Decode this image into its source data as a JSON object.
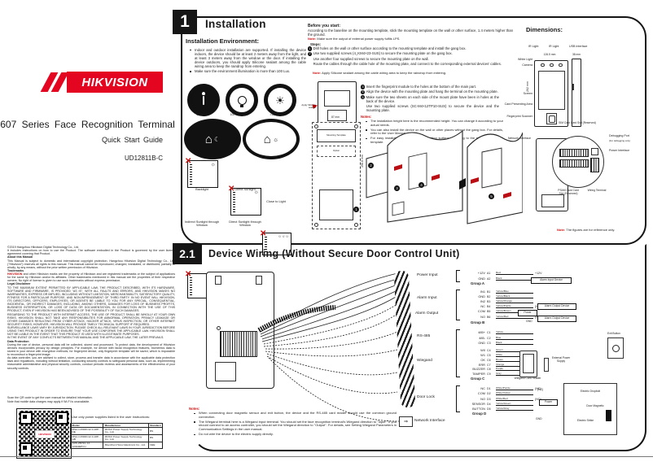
{
  "cover": {
    "brand": "HIKVISION",
    "product_title": "607 Series Face Recognition Terminal",
    "subtitle": "Quick Start Guide",
    "doc_code": "UD12811B-C"
  },
  "legal": {
    "copyright": "©2019 Hangzhou Hikvision Digital Technology Co., Ltd.",
    "intro": "It includes instructions on how to use the Product. The software embodied in the Product is governed by the user license agreement covering that Product.",
    "about_heading": "About this Manual",
    "about": "This Manual is subject to domestic and international copyright protection. Hangzhou Hikvision Digital Technology Co., Ltd. (\"Hikvision\") reserves all rights to this manual. This manual cannot be reproduced, changed, translated, or distributed, partially or wholly, by any means, without the prior written permission of Hikvision.",
    "trademarks_heading": "Trademarks",
    "trademarks_brand": "HIKVISION",
    "trademarks": " and other Hikvision marks are the property of Hikvision and are registered trademarks or the subject of applications for the same by Hikvision and/or its affiliates. Other trademarks mentioned in this manual are the properties of their respective owners. No right of license is given to use such trademarks without express permission.",
    "disclaimer_heading": "Legal Disclaimer",
    "disclaimer1": "TO THE MAXIMUM EXTENT PERMITTED BY APPLICABLE LAW, THE PRODUCT DESCRIBED, WITH ITS HARDWARE, SOFTWARE AND FIRMWARE, IS PROVIDED \"AS IS\", WITH ALL FAULTS AND ERRORS, AND HIKVISION MAKES NO WARRANTIES, EXPRESS OR IMPLIED, INCLUDING WITHOUT LIMITATION, MERCHANTABILITY, SATISFACTORY QUALITY, FITNESS FOR A PARTICULAR PURPOSE, AND NON-INFRINGEMENT OF THIRD PARTY. IN NO EVENT WILL HIKVISION, ITS DIRECTORS, OFFICERS, EMPLOYEES, OR AGENTS BE LIABLE TO YOU FOR ANY SPECIAL, CONSEQUENTIAL, INCIDENTAL, OR INDIRECT DAMAGES, INCLUDING, AMONG OTHERS, DAMAGES FOR LOSS OF BUSINESS PROFITS, BUSINESS INTERRUPTION, OR LOSS OF DATA OR DOCUMENTATION, IN CONNECTION WITH THE USE OF THIS PRODUCT, EVEN IF HIKVISION HAS BEEN ADVISED OF THE POSSIBILITY OF SUCH DAMAGES.",
    "disclaimer2": "REGARDING TO THE PRODUCT WITH INTERNET ACCESS, THE USE OF PRODUCT SHALL BE WHOLLY AT YOUR OWN RISKS. HIKVISION SHALL NOT TAKE ANY RESPONSIBILITES FOR ABNORMAL OPERATION, PRIVACY LEAKAGE OR OTHER DAMAGES RESULTING FROM CYBER ATTACK, HACKER ATTACK, VIRUS INSPECTION, OR OTHER INTERNET SECURITY RISKS; HOWEVER, HIKVISION WILL PROVIDE TIMELY TECHNICAL SUPPORT IF REQUIRED.",
    "disclaimer3": "SURVEILLANCE LAWS VARY BY JURISDICTION. PLEASE CHECK ALL RELEVANT LAWS IN YOUR JURISDICTION BEFORE USING THIS PRODUCT IN ORDER TO ENSURE THAT YOUR USE CONFORMS THE APPLICABLE LAW. HIKVISION SHALL NOT BE LIABLE IN THE EVENT THAT THIS PRODUCT IS USED WITH ILLEGITIMATE PURPOSES.",
    "disclaimer4": "IN THE EVENT OF ANY CONFLICTS BETWEEN THIS MANUAL AND THE APPLICABLE LAW, THE LATER PREVAILS.",
    "data_heading": "Data Protection",
    "data1": "During the use of device, personal data will be collected, stored and processed. To protect data, the development of Hikvision devices incorporates privacy by design principles. For example, for device with facial recognition features, biometrics data is stored in your device with encryption methods; for fingerprint device, only fingerprint template will be saved, which is impossible to reconstruct a fingerprint image.",
    "data2": "As data controller, you are advised to collect, store, process and transfer data in accordance with the applicable data protection laws and regulations, including without limitation, conducting security controls to safeguard personal data, such as, implementing reasonable administrative and physical security controls, conduct periodic reviews and assessments of the effectiveness of your security controls.",
    "qr_note1": "Scan the QR code to get the user manual for detailed information.",
    "qr_note2": "Note that mobile data charges may apply if Wi-Fi is unavailable."
  },
  "qr": {
    "chip": "HIKVISION"
  },
  "power_table": {
    "intro": "Use only power supplies listed in the user instructions:",
    "headers": [
      "Model",
      "Manufacturer",
      "Standard"
    ],
    "rows": [
      [
        "MSA-C1500IC12.0-18P-DE",
        "MOSO Power Supply Technology Co., Ltd.",
        "BS"
      ],
      [
        "MSA-C1500IC12.0-18P-GB",
        "MOSO Power Supply Technology Co., Ltd.",
        "BS"
      ],
      [
        "ADS-26FSG-12 12024EPCU",
        "Shenzhen Honor Electronic Co., Ltd.",
        "CEE"
      ]
    ]
  },
  "s1": {
    "num": "1",
    "title": "Installation",
    "env_heading": "Installation Environment:",
    "env_bullets": [
      "Indoor and outdoor installation are supported. If installing the device indoors, the device should be at least 2 meters away from the light, and at least 3 meters away from the window or the door. If installing the device outdoors, you should apply Silicone sealant among the cable wiring area to keep the raindrop from entering.",
      "Make sure the environment illumination is more than 100 Lux."
    ],
    "lux": [
      {
        "icon": "candle",
        "label": "0Lux"
      },
      {
        "icon": "bulb",
        "label": "100~890Lux"
      },
      {
        "icon": "sun",
        "label": ">1200Lux"
      }
    ],
    "avoid": [
      "Backlight",
      "Direct Sunlight",
      "Close to Light",
      "Indirect Sunlight through Window",
      "Direct Sunlight through Window"
    ],
    "before_heading": "Before you start:",
    "before_text": "According to the baseline on the mounting template, stick the mounting template on the wall or other surface, 1.4 meters higher than the ground.",
    "note_label": "Note:",
    "before_note": "Make sure the output of external power supply fulfils LPS.",
    "steps_heading": "Steps:",
    "steps_a": [
      {
        "n": "1",
        "text": "Drill holes on the wall or other surface according to the mounting template and install the gang box."
      },
      {
        "n": "2",
        "text": "Use two supplied screws (4_KM4×23-SUS) to secure the mounting plate on the gang box."
      },
      {
        "n": "",
        "text": "Use another four supplied screws to secure the mounting plate on the wall."
      },
      {
        "n": "",
        "text": "Route the cables through the cable hole of the mounting plate, and connect to the corresponding external devices' cables."
      }
    ],
    "silicone_note": "Apply Silicone sealant among the cable wiring area to keep the raindrop from entering.",
    "steps_b": [
      {
        "n": "3",
        "text": "Insert the fingerprint module to the holes at the bottom of the main part."
      },
      {
        "n": "4",
        "text": "Align the device with the mounting plate and hang the terminal on the mounting plate."
      },
      {
        "n": "5",
        "text": "Make sure the two sheets on each side of the mount plate have been in holes at the back of the device."
      },
      {
        "n": "",
        "text": "Use two supplied screws (SC-M4×12TP10-SUS) to secure the device and the mounting plate."
      }
    ],
    "notes_heading": "Notes:",
    "notes": [
      "The installation height here is the recommended height. You can change it according to your actual needs.",
      "You can also install the device on the wall or other places without the gang box. For details, refer to the User Manual.",
      "For easy installation, drill holes on mounting surface according to the supplied mounting template."
    ],
    "silicone_label": "Apply Silicone sealant",
    "template": {
      "width": "87 mm",
      "height": "196.8 mm",
      "label": "Mounting Template",
      "option": "Option"
    },
    "markers": [
      "1",
      "2",
      "3",
      "4",
      "5"
    ],
    "dim": {
      "title": "Dimensions:",
      "front_width": "126.5 mm",
      "side_depth": "38 mm",
      "front_height": "202 mm",
      "ir1": "IR Light",
      "ir2": "IR Light",
      "usb": "USB Interface",
      "white_light": "White Light",
      "camera": "Camera",
      "screen": "Screen",
      "card": "Card Presenting Area",
      "fp": "Fingerprint Scanner",
      "net": "Network Interface",
      "sim": "SIM Card Card Slot (Reserved)",
      "debug": "Debugging Port",
      "debug_sub": "(For debugging only)",
      "power": "Power Interface",
      "psam": "PSAM Card Card Slot (Reserved)",
      "wiring": "Wiring Terminal",
      "note_label": "Note:",
      "note": "The figures are for reference only."
    }
  },
  "s2": {
    "num": "2.1",
    "title": "Device Wiring (Without Secure Door Control Unit)",
    "io": [
      "Power Input",
      "Alarm Input",
      "Alarm Output",
      "RS-485",
      "Wiegand",
      "Door Lock"
    ],
    "group_labels": [
      "Group A",
      "Group B",
      "Group C",
      "Group D"
    ],
    "cluster_a": [
      {
        "t": "+12V",
        "pin": "A1",
        "color": "Red",
        "extra": "+12V"
      },
      {
        "t": "GND",
        "pin": "A2",
        "color": "Black",
        "extra": "GND"
      }
    ],
    "cluster_b": [
      {
        "t": "IN1",
        "pin": "B1",
        "color": "Yellow/Blue"
      },
      {
        "t": "GND",
        "pin": "B2",
        "color": "Yellow/Black"
      },
      {
        "t": "IN2",
        "pin": "B3",
        "color": "Yellow/Orange"
      },
      {
        "t": "NC",
        "pin": "B4",
        "color": "Yellow/Purple",
        "extra": "(NC)"
      },
      {
        "t": "COM",
        "pin": "B5",
        "color": "Yellow/Brown"
      },
      {
        "t": "NO",
        "pin": "B6",
        "color": "Yellow/Red",
        "extra": "(NO)"
      }
    ],
    "cluster_c1": [
      {
        "t": "485+",
        "pin": "C1",
        "color": "Yellow"
      },
      {
        "t": "485-",
        "pin": "C2",
        "color": "Blue"
      },
      {
        "t": "GND",
        "pin": "C3",
        "color": "Black"
      }
    ],
    "cluster_c2": [
      {
        "t": "W0",
        "pin": "C4",
        "color": "Green"
      },
      {
        "t": "W1",
        "pin": "C5",
        "color": "White"
      },
      {
        "t": "OK",
        "pin": "C6",
        "color": "Brown"
      },
      {
        "t": "ERR",
        "pin": "C7",
        "color": "Orange"
      },
      {
        "t": "BUZZER",
        "pin": "C8",
        "color": "Purple"
      },
      {
        "t": "TAMPER",
        "pin": "C9",
        "color": "Gray"
      }
    ],
    "cluster_d": [
      {
        "t": "NC",
        "pin": "D1",
        "color": "White/Purple",
        "extra": "(NC)"
      },
      {
        "t": "COM",
        "pin": "D2",
        "color": "White/Yellow"
      },
      {
        "t": "NO",
        "pin": "D3",
        "color": "White/Red",
        "extra": "(NO)"
      },
      {
        "t": "SENSOR",
        "pin": "D4",
        "color": "Yellow/Green"
      },
      {
        "t": "BUTTON",
        "pin": "D5",
        "color": "Yellow/Gray"
      }
    ],
    "dev": {
      "alarm_in": "Alarm Input Device",
      "alarm_out1": "Alarm Output Device",
      "alarm_out2": "Alarm Output Device",
      "power": "Power",
      "gnd": "GND",
      "reader": "Wiegand Card Reader",
      "ext": "External Power Supply",
      "exit": "Exit Button",
      "dropbolt": "Electric Dropbolt",
      "magnetic": "Door Magnetic",
      "strike": "Electric Strike",
      "network": "Network Interface"
    },
    "notes_heading": "Notes:",
    "notes": [
      "When connecting door magnetic sensor and exit button, the device and the RS-485 card reader should use the common ground connection.",
      "The Wiegand terminal here is a Wiegand input terminal. You should set the face recognition terminal's Wiegand direction to \"Input\". If you should connect to an access controller, you should set the Wiegand direction to \"Output\". For details, see Setting Wiegand Parameters in Communication Settings in the user manual.",
      "Do not wire the device to the electric supply directly."
    ]
  }
}
